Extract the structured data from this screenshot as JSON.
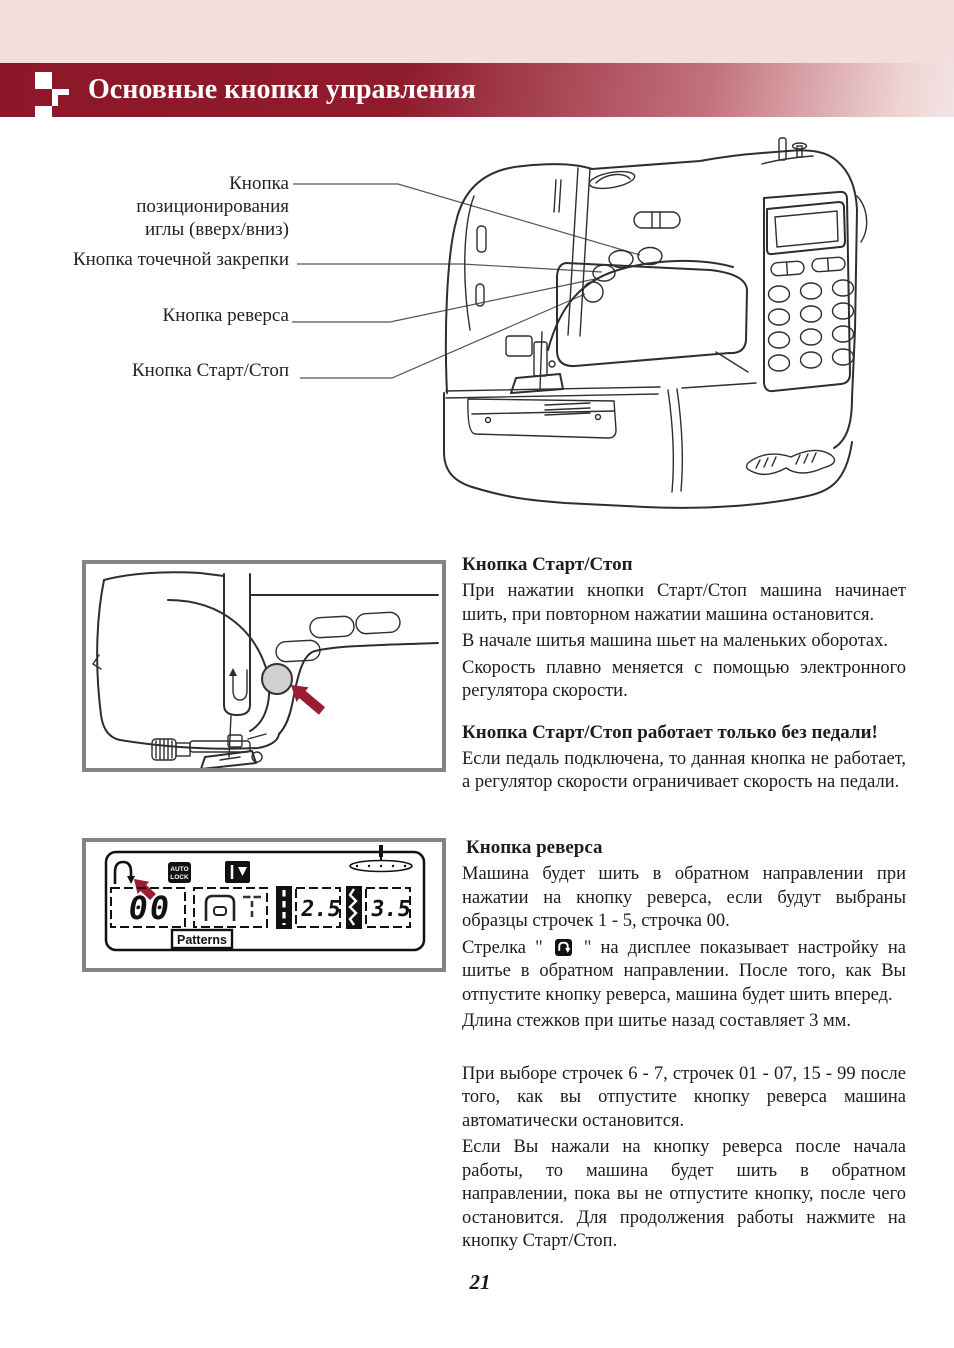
{
  "header": {
    "title": "Основные кнопки управления"
  },
  "diagram": {
    "labels": [
      {
        "lines": [
          "Кнопка",
          "позиционирования",
          "иглы (вверх/вниз)"
        ]
      },
      {
        "lines": [
          "Кнопка точечной закрепки"
        ]
      },
      {
        "lines": [
          "Кнопка реверса"
        ]
      },
      {
        "lines": [
          "Кнопка Старт/Стоп"
        ]
      }
    ]
  },
  "lcd": {
    "auto_lock_line1": "AUTO",
    "auto_lock_line2": "LOCK",
    "pattern_value": "00",
    "stitch_length_value": "2.5",
    "stitch_width_value": "3.5",
    "patterns_label": "Patterns"
  },
  "start_stop_section": {
    "heading": "Кнопка Старт/Стоп",
    "p1": "При нажатии кнопки Старт/Стоп машина начинает шить, при повторном нажатии машина остановится.",
    "p2": "В начале шитья машина шьет на маленьких оборотах.",
    "p3": "Скорость плавно меняется с помощью электронного регулятора скорости.",
    "warning_heading": "Кнопка Старт/Стоп работает только без педали!",
    "p4": "Если педаль подключена, то данная кнопка не работает, а регулятор скорости ограничивает скорость на педали."
  },
  "reverse_section": {
    "heading": "Кнопка реверса",
    "p1": "Машина будет шить в обратном направлении при нажатии на кнопку реверса, если будут выбраны образцы строчек 1 - 5, строчка 00.",
    "p2_before_icon": "Стрелка \" ",
    "p2_after_icon": " \" на дисплее показывает настройку на шитье в обратном направлении. После того, как Вы отпустите кнопку реверса, машина будет шить вперед.",
    "p3": "Длина стежков при шитье назад составляет 3 мм.",
    "p4": "При выборе строчек 6 - 7, строчек 01 - 07, 15 - 99 после того,  как вы отпустите кнопку реверса машина автоматически остановится.",
    "p5": "Если Вы нажали на кнопку реверса после начала работы, то машина будет шить в обратном направлении, пока вы не отпустите кнопку, после чего остановится. Для продолжения работы нажмите на кнопку Старт/Стоп."
  },
  "page": {
    "number": "21"
  },
  "colors": {
    "band_maroon": "#8c1728",
    "band_pink": "#f3dede",
    "arrow_red": "#9c1c30",
    "button_gray": "#d0d0d0",
    "frame_gray": "#848484"
  }
}
